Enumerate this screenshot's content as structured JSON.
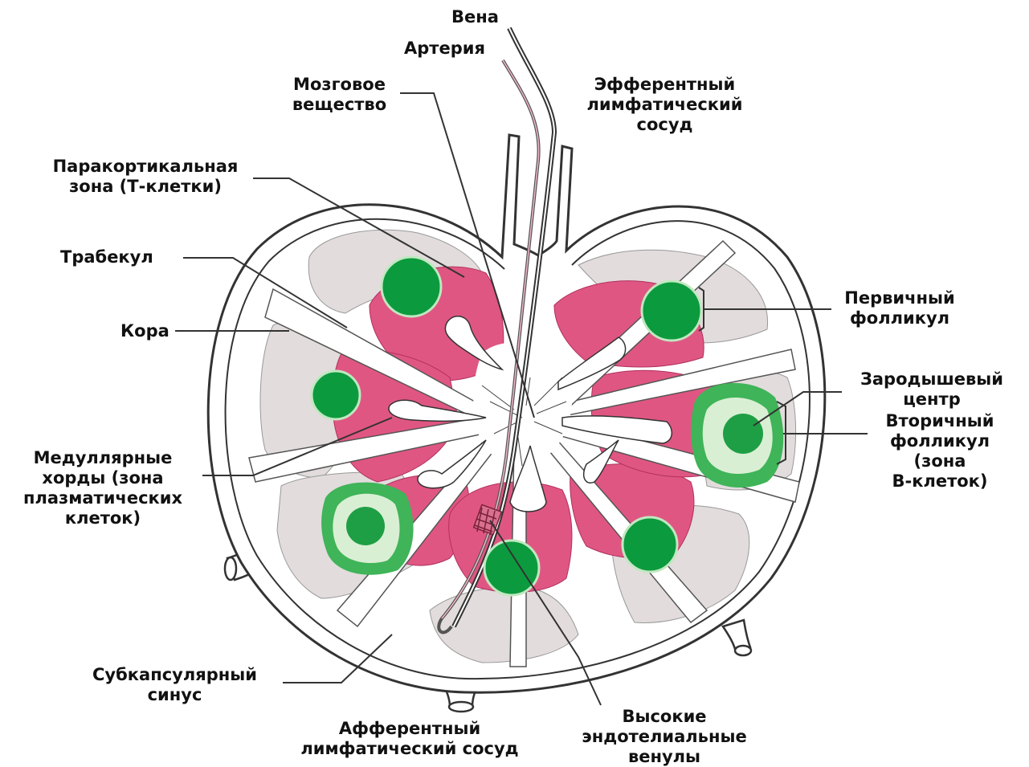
{
  "labels": {
    "vein": "Вена",
    "artery": "Артерия",
    "medulla": [
      "Мозговое",
      "вещество"
    ],
    "efferent": [
      "Эфферентный",
      "лимфатический",
      "сосуд"
    ],
    "paracortex": [
      "Паракортикальная",
      "зона (Т-клетки)"
    ],
    "trabecula": "Трабекул",
    "cortex": "Кора",
    "primary_follicle": [
      "Первичный",
      "фолликул"
    ],
    "germinal_center": [
      "Зародышевый",
      "центр"
    ],
    "secondary_follicle": [
      "Вторичный",
      "фолликул",
      "(зона",
      "В-клеток)"
    ],
    "medullary_cords": [
      "Медуллярные",
      "хорды (зона",
      "плазматических",
      "клеток)"
    ],
    "subcapsular_sinus": [
      "Субкапсулярный",
      "синус"
    ],
    "afferent": [
      "Афферентный",
      "лимфатический сосуд"
    ],
    "hev": [
      "Высокие",
      "эндотелиальные",
      "венулы"
    ]
  },
  "colors": {
    "capsule": "#333333",
    "cortex_gray": "#e2dcdc",
    "paracortex_pink": "#e05682",
    "follicle_green": "#0c9a3e",
    "follicle_light": "#d9efd4",
    "follicle_mid": "#5cc46a",
    "line": "#333333"
  }
}
